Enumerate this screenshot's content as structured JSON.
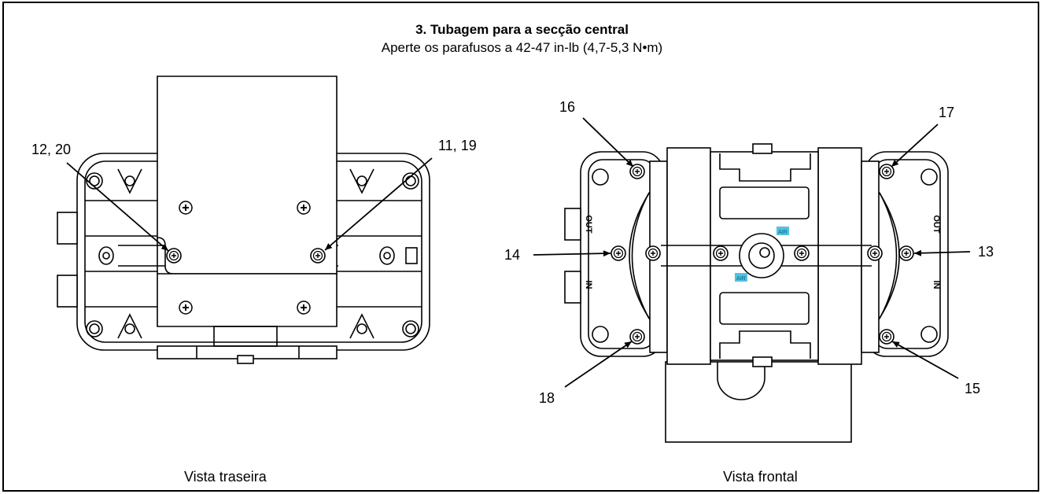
{
  "header": {
    "title": "3. Tubagem para a secção central",
    "subtitle": "Aperte os parafusos a 42-47 in-lb (4,7-5,3 N•m)"
  },
  "rear_view": {
    "caption": "Vista traseira",
    "callouts": [
      "12, 20",
      "11, 19"
    ]
  },
  "front_view": {
    "caption": "Vista frontal",
    "callouts": [
      "16",
      "17",
      "14",
      "13",
      "18",
      "15"
    ],
    "port_labels": {
      "out": "OUT",
      "in": "IN",
      "air": "AIR"
    }
  }
}
